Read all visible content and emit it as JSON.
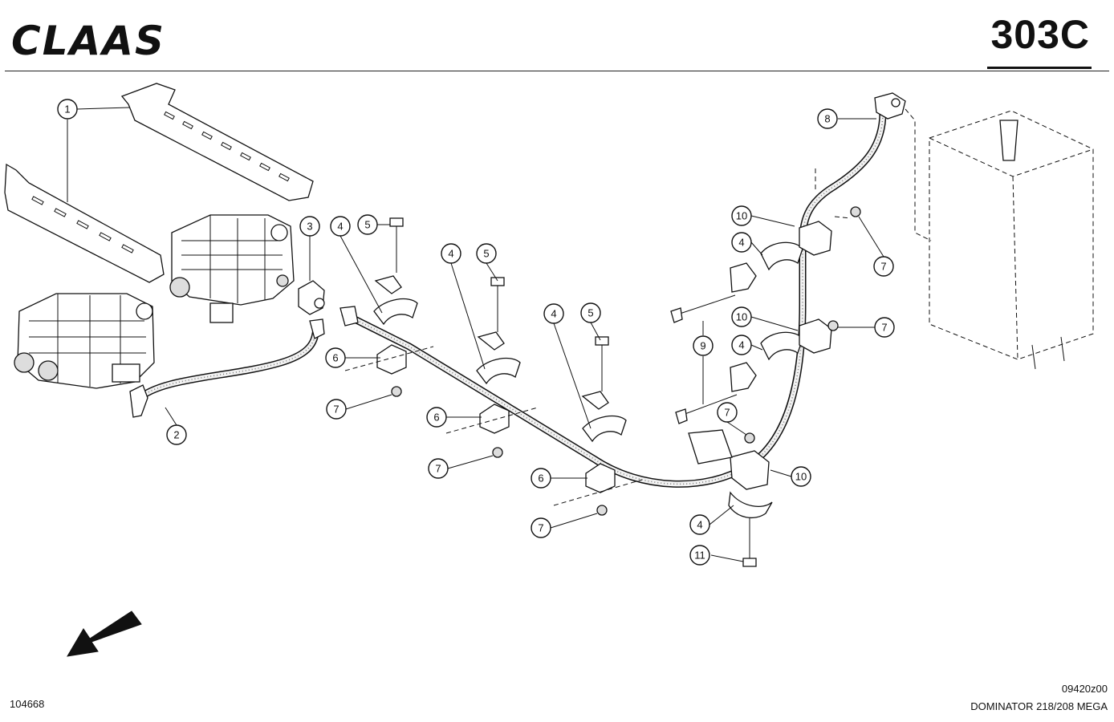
{
  "header": {
    "brand": "CLAAS",
    "page_code": "303C"
  },
  "footer": {
    "drawing_number": "104668",
    "sheet_code": "09420z00",
    "model": "DOMINATOR 218/208 MEGA"
  },
  "callouts": [
    {
      "label": "1"
    },
    {
      "label": "2"
    },
    {
      "label": "3"
    },
    {
      "label": "4"
    },
    {
      "label": "5"
    },
    {
      "label": "6"
    },
    {
      "label": "7"
    },
    {
      "label": "8"
    },
    {
      "label": "9"
    },
    {
      "label": "10"
    },
    {
      "label": "11"
    }
  ]
}
